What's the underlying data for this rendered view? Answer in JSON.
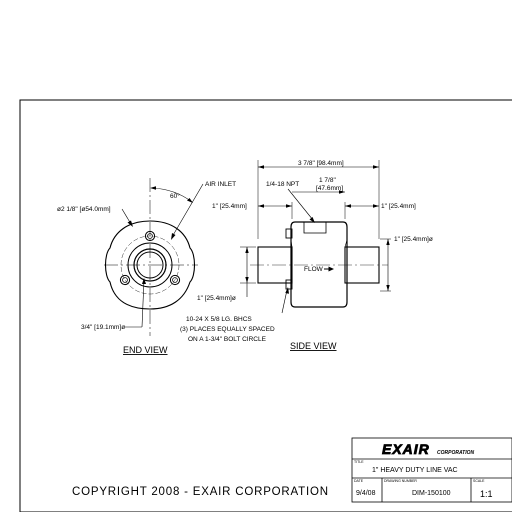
{
  "drawing": {
    "company_logo": "EXAIR",
    "company_suffix": "CORPORATION",
    "title_caption": "TITLE",
    "title": "1\" HEAVY DUTY LINE VAC",
    "date_caption": "DATE",
    "date": "9/4/08",
    "drawing_number_caption": "DRAWING NUMBER",
    "drawing_number": "DIM-150100",
    "scale_caption": "SCALE",
    "scale": "1:1",
    "copyright": "COPYRIGHT 2008 - EXAIR CORPORATION"
  },
  "end_view": {
    "label": "END VIEW",
    "dims": {
      "angle": "60°",
      "air_inlet": "AIR INLET",
      "outer_diameter": "ø2 1/8\" [ø54.0mm]",
      "inner_diameter": "3/4\" [19.1mm]ø"
    }
  },
  "side_view": {
    "label": "SIDE VIEW",
    "flow_label": "FLOW",
    "dims": {
      "overall_length": "3 7/8\" [98.4mm]",
      "npt": "1/4-18 NPT",
      "body_length": "1 7/8\"",
      "body_length_mm": "[47.6mm]",
      "left_stub": "1\" [25.4mm]",
      "right_stub": "1\" [25.4mm]",
      "right_diameter": "1\" [25.4mm]ø",
      "left_diameter": "1\" [25.4mm]ø"
    }
  },
  "note": {
    "line1": "10-24 X 5/8 LG. BHCS",
    "line2": "(3) PLACES EQUALLY SPACED",
    "line3": "ON A 1-3/4\" BOLT CIRCLE"
  }
}
